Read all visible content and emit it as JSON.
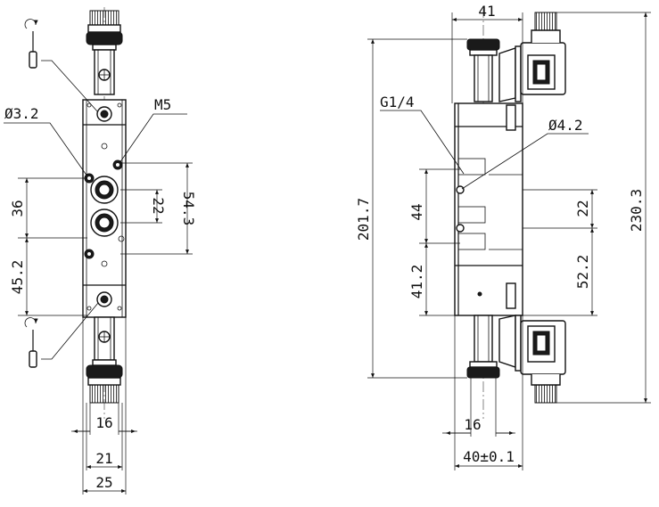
{
  "front_view": {
    "labels": {
      "pilot_hole": "Ø3.2",
      "thread_port": "M5"
    },
    "dims": {
      "port_pitch": "36",
      "lower_pitch": "45.2",
      "inner_pitch": "22",
      "mount_pitch": "54.3",
      "port_width": "16",
      "mid_width": "21",
      "body_width": "25"
    }
  },
  "side_view": {
    "labels": {
      "port_thread": "G1/4",
      "mount_hole": "Ø4.2"
    },
    "dims": {
      "top_width": "41",
      "overall_length": "201.7",
      "total_length": "230.3",
      "port_spacing": "44",
      "lower_spacing": "41.2",
      "inner_spacing": "22",
      "right_spacing": "52.2",
      "port_width": "16",
      "body_width": "40±0.1"
    }
  }
}
